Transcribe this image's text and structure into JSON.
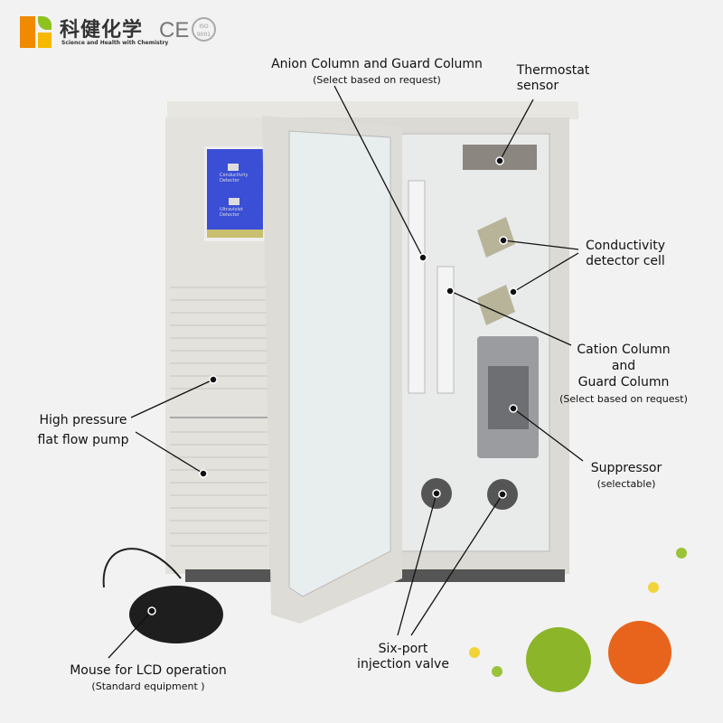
{
  "brand": {
    "name_cn": "科健化学",
    "tagline": "Science and Health with Chemistry",
    "ce_mark": "CE",
    "iso_mark": "ISO 9001",
    "colors": {
      "orange": "#f08a00",
      "green": "#8dc21f",
      "yellow": "#f7b900"
    }
  },
  "screen": {
    "icon1": "Conductivity Detector",
    "icon2": "Ultraviolet Detector"
  },
  "labels": {
    "anion": {
      "title": "Anion Column and Guard Column",
      "note": "(Select based on request)"
    },
    "thermostat": {
      "line1": "Thermostat",
      "line2": "sensor"
    },
    "conductivity": {
      "line1": "Conductivity",
      "line2": "detector cell"
    },
    "cation": {
      "line1": "Cation Column",
      "line2": "and",
      "line3": "Guard Column",
      "note": "(Select based on request)"
    },
    "suppressor": {
      "title": "Suppressor",
      "note": "(selectable)"
    },
    "valve": {
      "line1": "Six-port",
      "line2": "injection valve"
    },
    "pump": {
      "line1": "High pressure",
      "line2": "flat flow pump"
    },
    "mouse": {
      "title": "Mouse for LCD operation",
      "note": "(Standard equipment )"
    }
  }
}
